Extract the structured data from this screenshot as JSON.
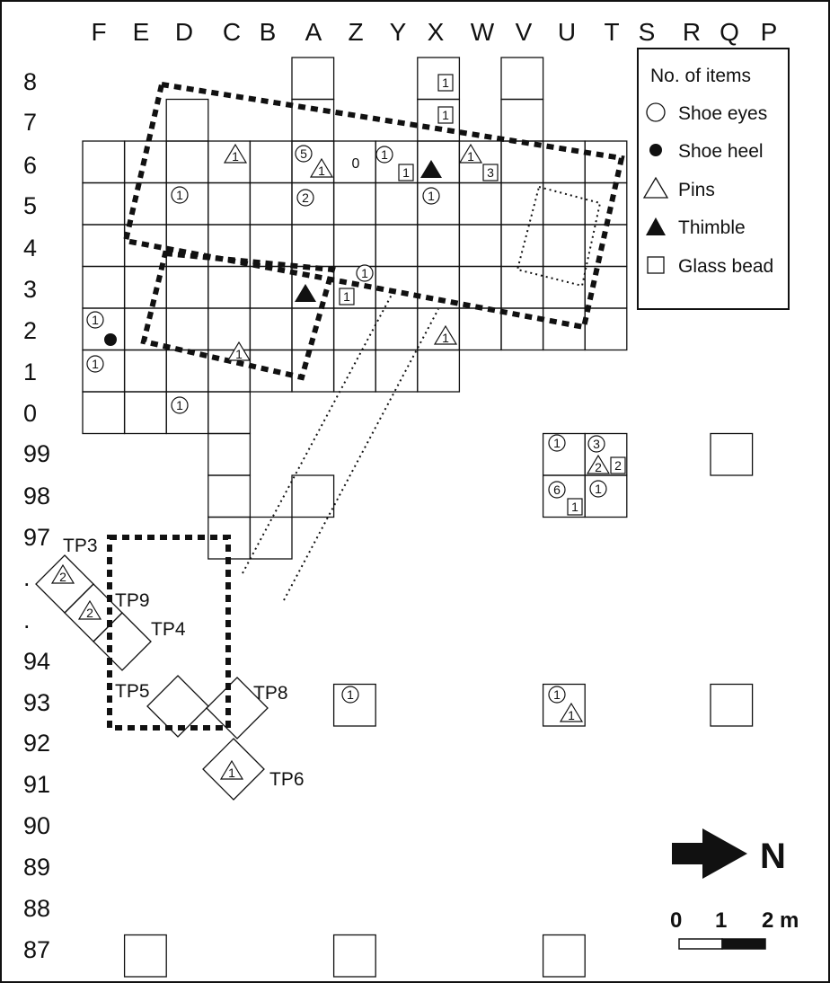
{
  "columns": [
    "F",
    "E",
    "D",
    "C",
    "B",
    "A",
    "Z",
    "Y",
    "X",
    "W",
    "V",
    "U",
    "T",
    "S",
    "R",
    "Q",
    "P"
  ],
  "rows": [
    "8",
    "7",
    "6",
    "5",
    "4",
    "3",
    "2",
    "1",
    "0",
    "99",
    "98",
    "97",
    ".",
    ".",
    "94",
    "93",
    "92",
    "91",
    "90",
    "89",
    "88",
    "87"
  ],
  "test_pits": {
    "tp3": "TP3",
    "tp9": "TP9",
    "tp4": "TP4",
    "tp5": "TP5",
    "tp8": "TP8",
    "tp6": "TP6"
  },
  "counts": {
    "c1": "1",
    "c2": "2",
    "c3": "3",
    "c5": "5",
    "c6": "6",
    "c0": "0"
  },
  "legend": {
    "title": "No. of items",
    "shoe_eyes": "Shoe eyes",
    "shoe_heel": "Shoe heel",
    "pins": "Pins",
    "thimble": "Thimble",
    "glass_bead": "Glass bead"
  },
  "north_label": "N",
  "scale_bar": {
    "t0": "0",
    "t1": "1",
    "t2": "2 m"
  }
}
